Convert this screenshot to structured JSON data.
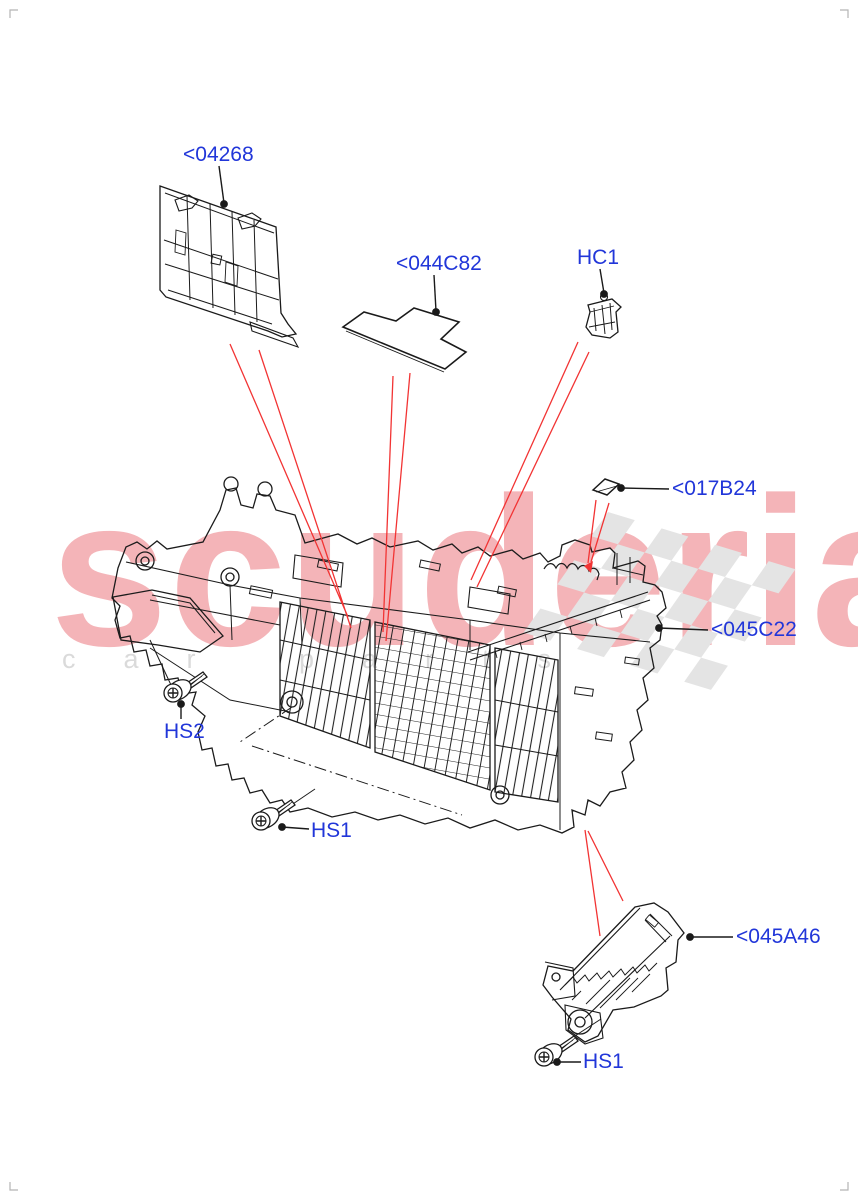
{
  "diagram": {
    "type": "exploded-parts-diagram",
    "description": "Console body exploded view parts diagram",
    "labels": [
      {
        "id": "04268",
        "text": "<04268"
      },
      {
        "id": "044C82",
        "text": "<044C82"
      },
      {
        "id": "HC1",
        "text": "HC1"
      },
      {
        "id": "017B24",
        "text": "<017B24"
      },
      {
        "id": "045C22",
        "text": "<045C22"
      },
      {
        "id": "HS2",
        "text": "HS2"
      },
      {
        "id": "HS1-mid",
        "text": "HS1"
      },
      {
        "id": "045A46",
        "text": "<045A46"
      },
      {
        "id": "HS1-bottom",
        "text": "HS1"
      }
    ]
  },
  "watermark": {
    "line1": "scuderia",
    "line2": "car parts"
  },
  "colors": {
    "label_blue": "#2136d9",
    "callout_red": "#f23434",
    "line_black": "#1a1a1a",
    "watermark_pink": "#f4b4b8",
    "watermark_gray": "#dadada",
    "flag_gray": "#e4e4e4",
    "background": "#ffffff"
  }
}
